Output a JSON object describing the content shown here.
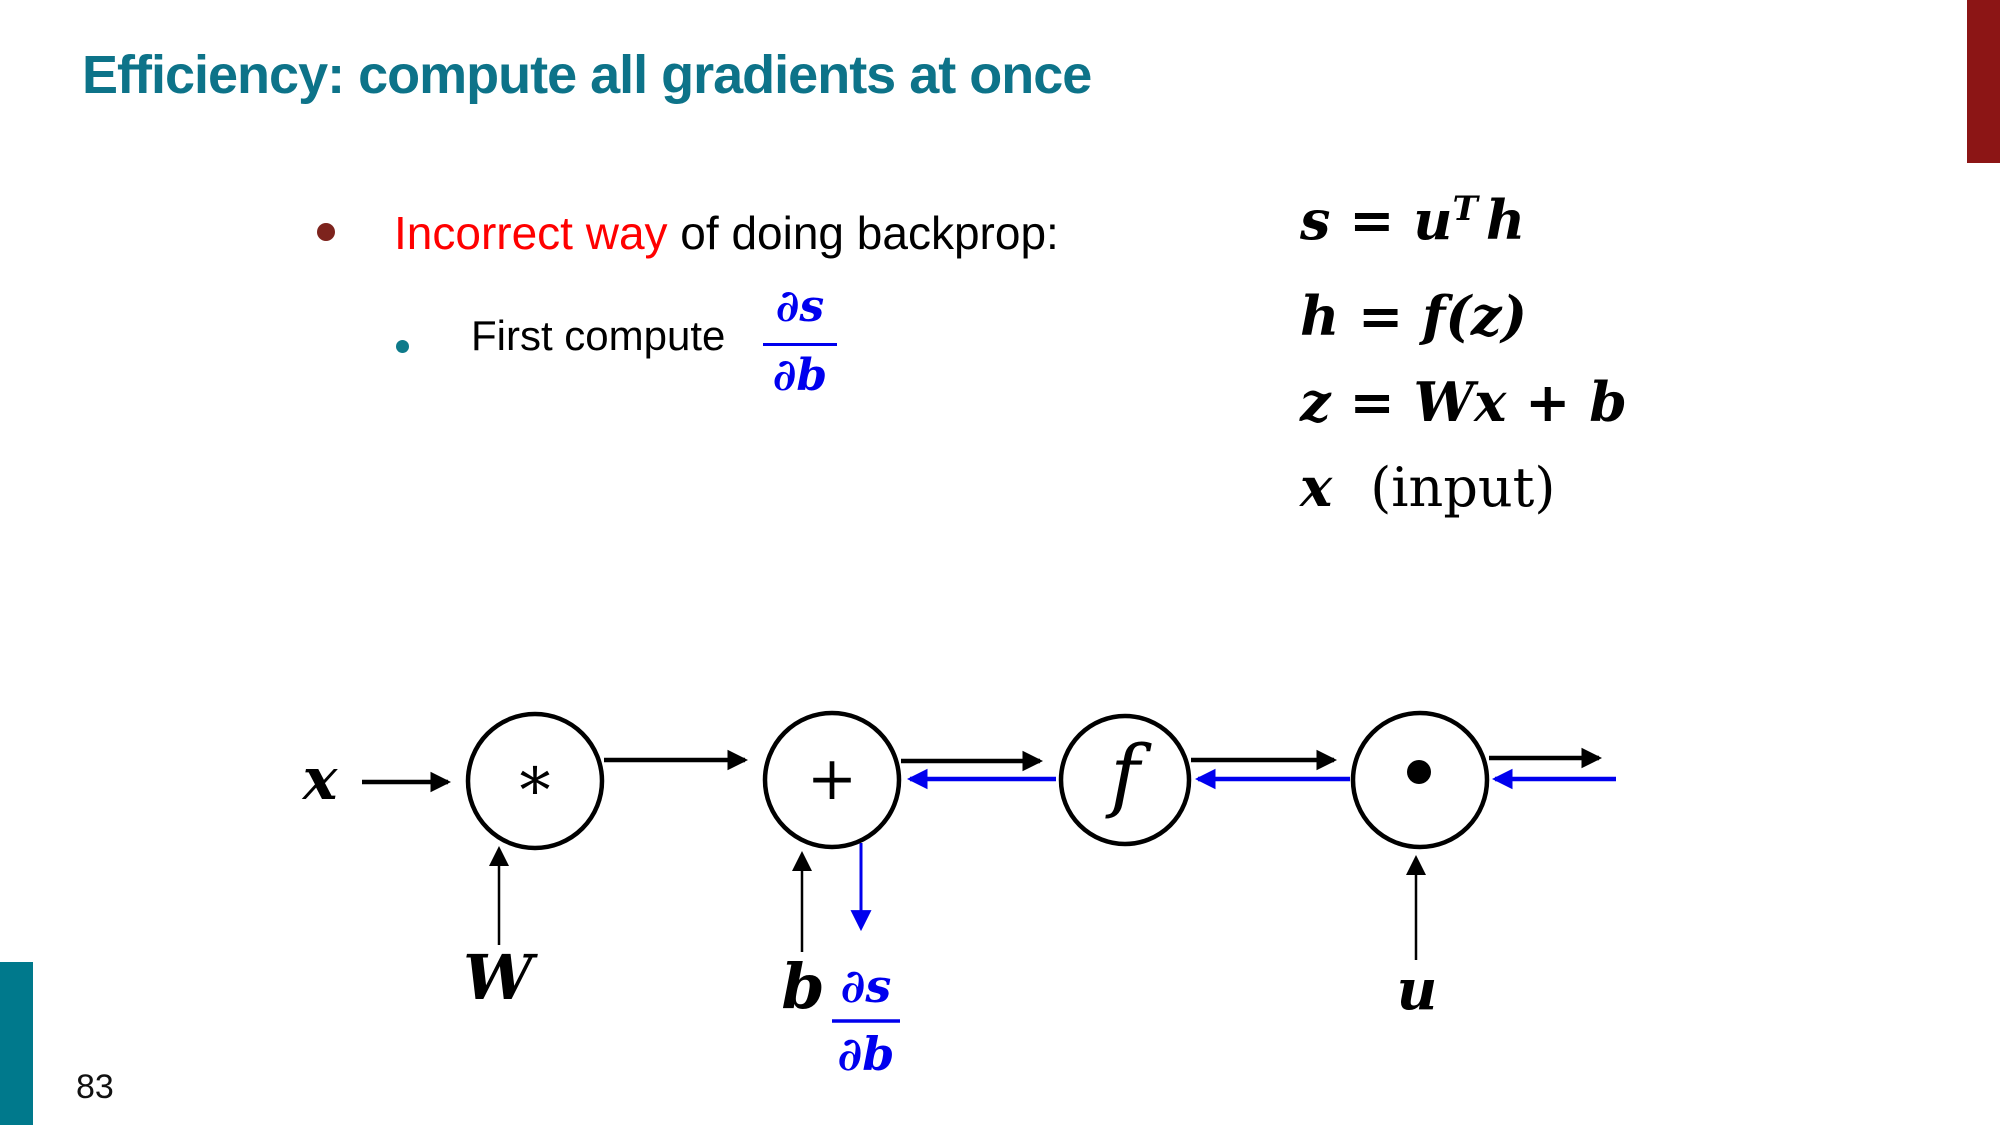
{
  "slide": {
    "title": "Efficiency: compute all gradients at once",
    "page_number": "83",
    "colors": {
      "title_teal": "#0D7389",
      "top_bar_red": "#8C1515",
      "bottom_bar_teal": "#00798C",
      "highlight_red": "#FF0000",
      "math_blue": "#0000EE",
      "bullet1_dot": "#7D231D",
      "bullet2_dot": "#0E7A8A"
    }
  },
  "bullets": {
    "main": {
      "highlight": "Incorrect way",
      "rest": " of doing backprop:"
    },
    "sub": {
      "text": "First compute",
      "fraction": {
        "num": "∂s",
        "den": "∂b"
      }
    }
  },
  "equations": {
    "eq1": {
      "pre": "s = u",
      "sup": "T",
      "post": "h"
    },
    "eq2": {
      "text": "h = f(z)"
    },
    "eq3": {
      "text": "z = Wx + b"
    },
    "eq4": {
      "var": "x",
      "note": "(input)"
    }
  },
  "diagram": {
    "input_label": "x",
    "nodes": [
      {
        "op": "*"
      },
      {
        "op": "+"
      },
      {
        "op": "f"
      },
      {
        "op": "dot"
      }
    ],
    "param_labels": {
      "w": "W",
      "b": "b",
      "u": "u"
    },
    "gradient_fraction": {
      "num": "∂s",
      "den": "∂b"
    }
  }
}
